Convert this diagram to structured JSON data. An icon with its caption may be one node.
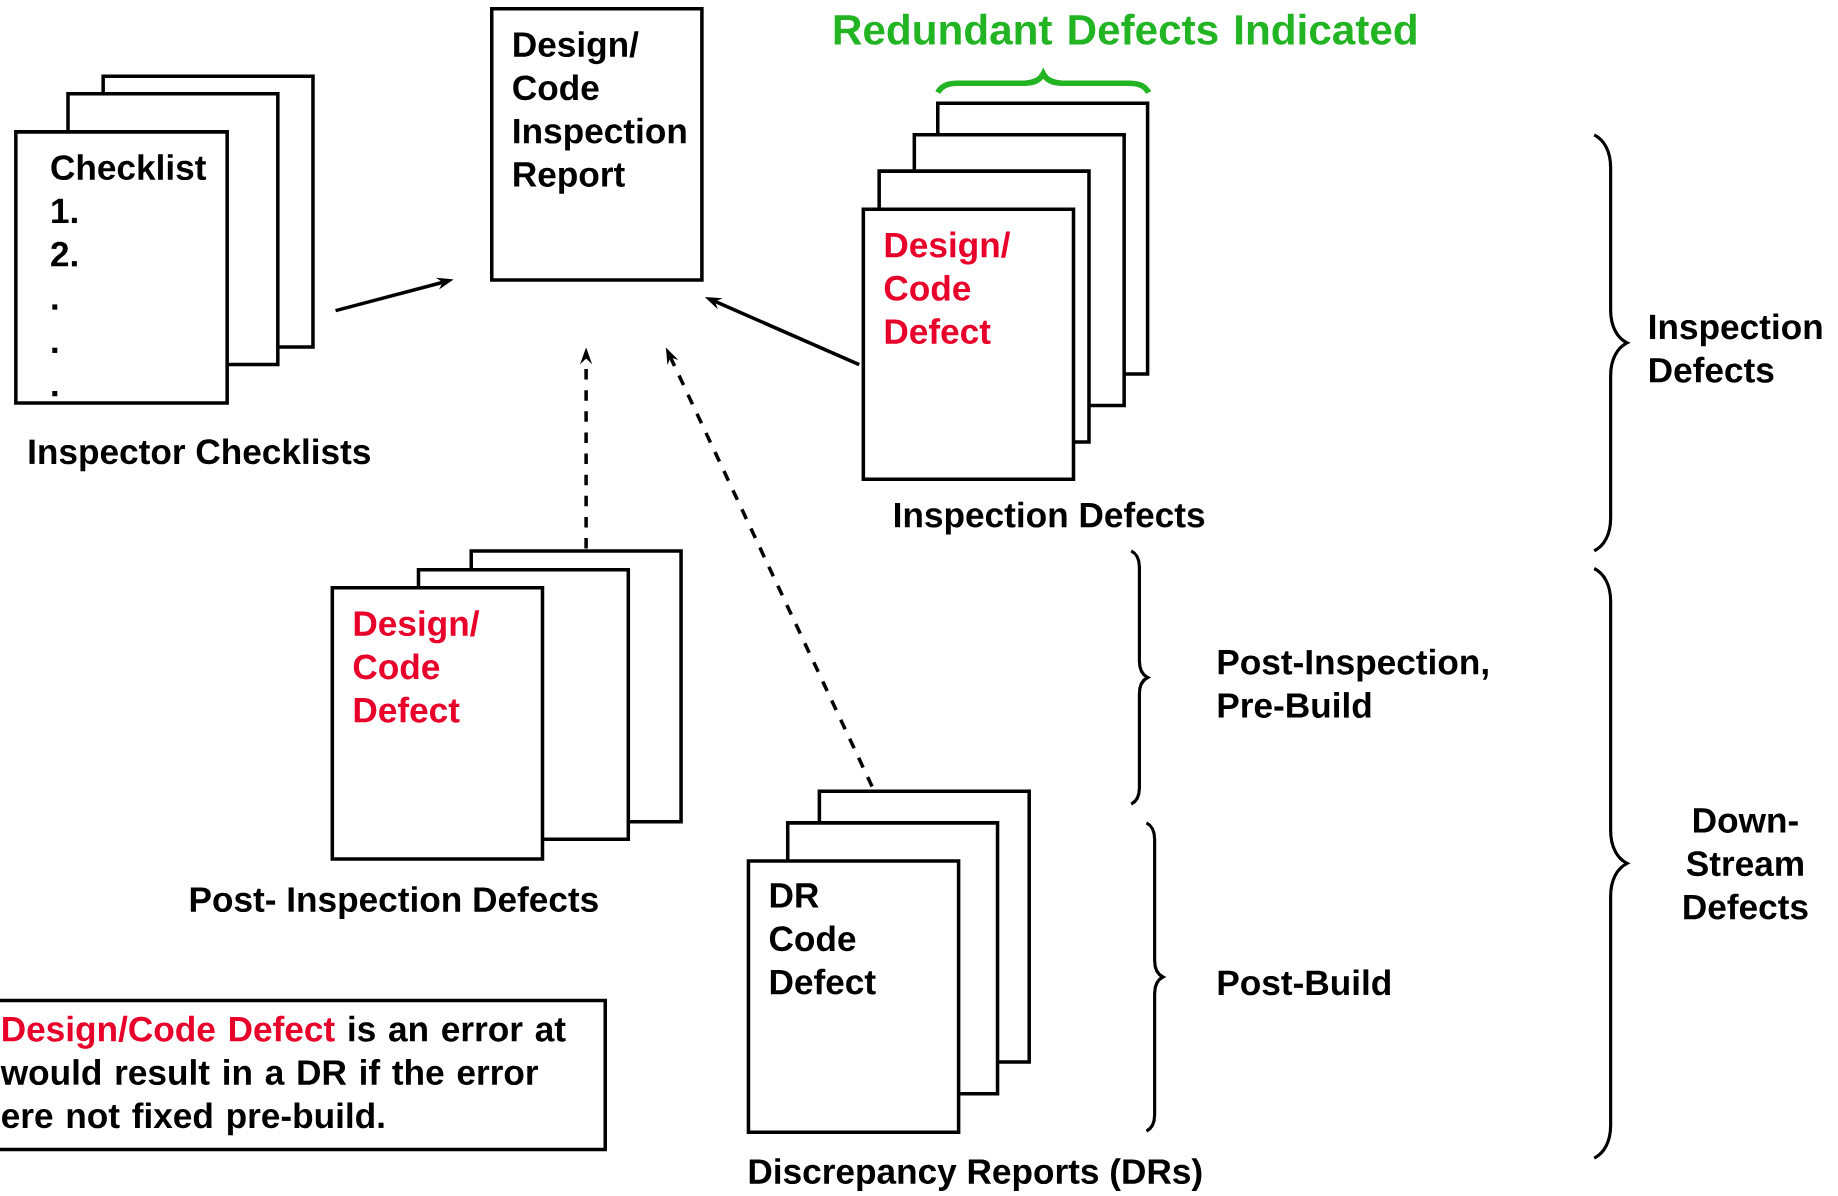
{
  "diagram": {
    "nodes": [
      {
        "text": [
          "Checklist",
          "1.",
          "2.",
          ".",
          ".",
          "."
        ],
        "beside": [
          "Inspector Checklists"
        ]
      },
      {
        "text": [
          "Design/ Code Inspection Report"
        ]
      },
      {
        "text": [
          "Design/ Code Defect"
        ],
        "beside": [
          "Inspection Defects"
        ]
      },
      {
        "text": [
          "Design/ Code Defect"
        ],
        "beside": [
          "Post- Inspection Defects"
        ]
      },
      {
        "text": [
          "DR Code Defect"
        ],
        "beside": [
          "Discrepancy Reports (DRs)"
        ]
      },
      {
        "text": [
          "Design/Code Defect",
          "is an error at would result in a DR if the error ere not fixed pre-build."
        ]
      }
    ],
    "edges": [
      {
        "from": 0,
        "to": 1,
        "arrow": "to"
      },
      {
        "from": 2,
        "to": 1,
        "arrow": "to"
      },
      {
        "from": 3,
        "to": 1,
        "arrow": "to",
        "style": "dashed"
      },
      {
        "from": 4,
        "to": 1,
        "arrow": "to",
        "style": "dashed"
      }
    ],
    "labels": [
      "Redundant Defects Indicated",
      "Inspection Defects",
      "Post-Inspection, Pre-Build",
      "Down- Stream Defects",
      "Post-Build"
    ]
  }
}
